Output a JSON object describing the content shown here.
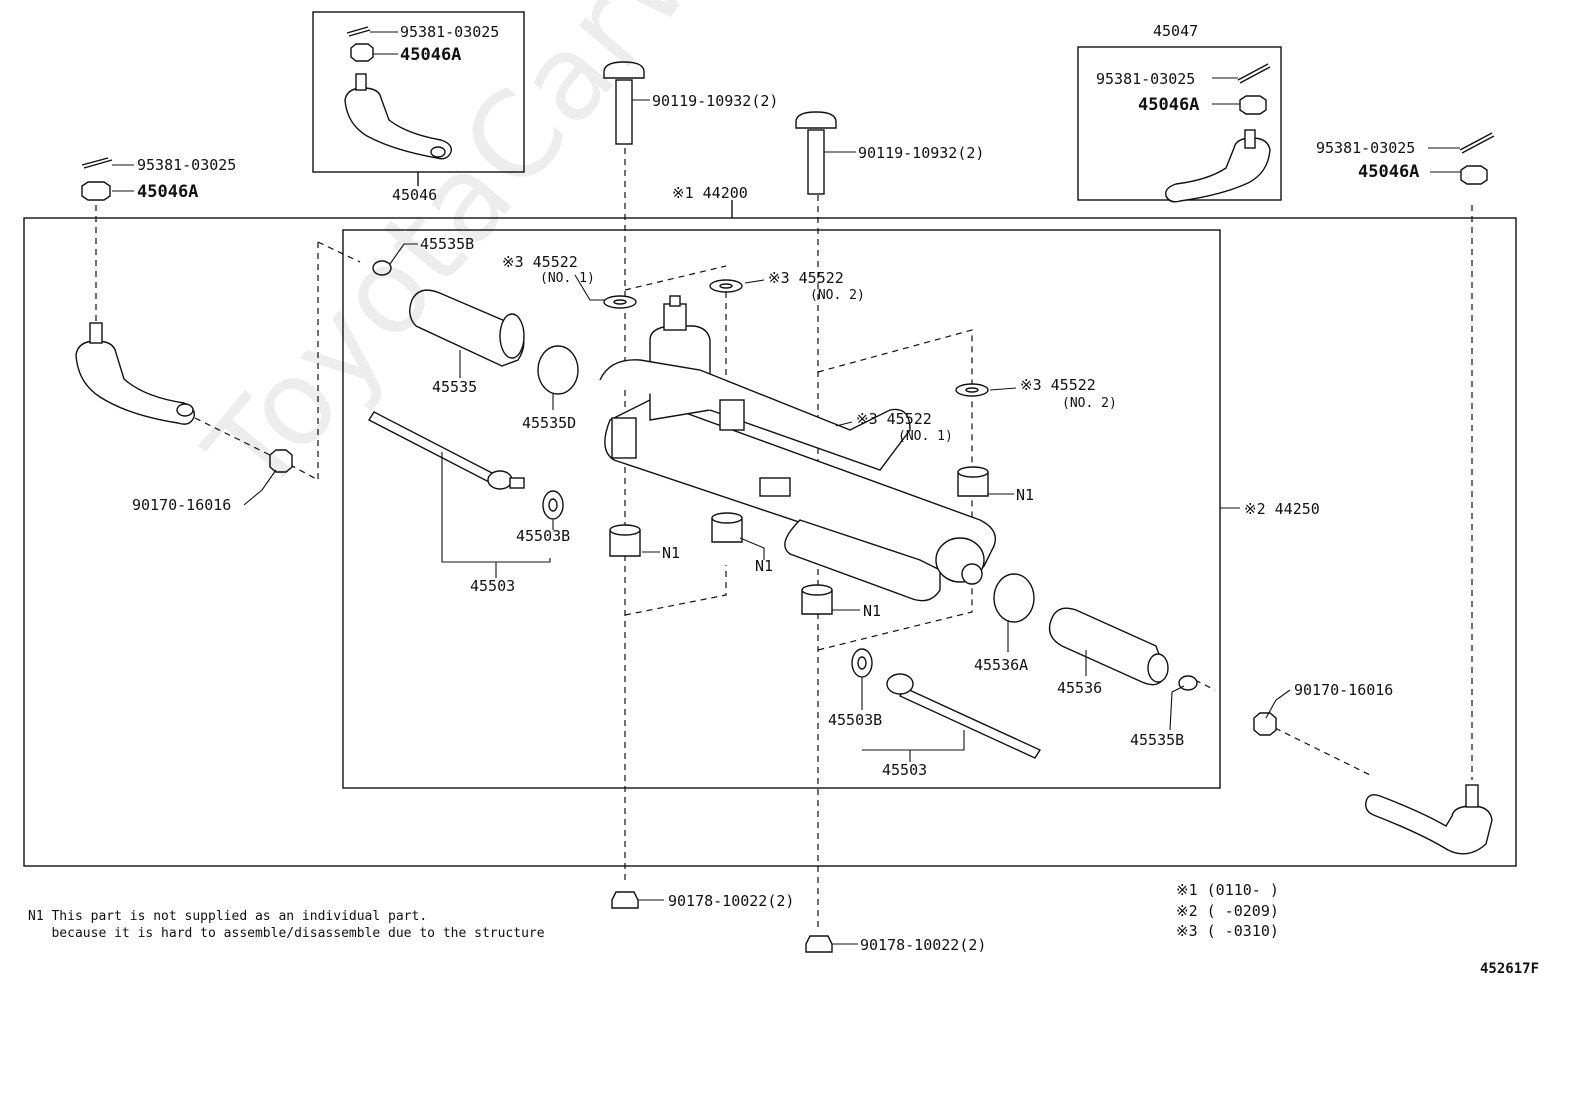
{
  "watermark": "ToyotaCarWine.ru",
  "diagram_id": "452617F",
  "labels": {
    "p45046_box": "45046",
    "p45047": "45047",
    "p95381_a": "95381-03025",
    "p95381_b": "95381-03025",
    "p95381_c": "95381-03025",
    "p95381_d": "95381-03025",
    "p45046A_a": "45046A",
    "p45046A_b": "45046A",
    "p45046A_c": "45046A",
    "p45046A_d": "45046A",
    "p90119_a": "90119-10932(2)",
    "p90119_b": "90119-10932(2)",
    "p44200": "※1 44200",
    "p44250": "※2 44250",
    "p45535B_a": "45535B",
    "p45535B_b": "45535B",
    "p45522_n1a": "※3 45522",
    "p45522_n1a_sub": "(NO. 1)",
    "p45522_n2a": "※3 45522",
    "p45522_n2a_sub": "(NO. 2)",
    "p45522_n2b": "※3 45522",
    "p45522_n2b_sub": "(NO. 2)",
    "p45522_n1b": "※3 45522",
    "p45522_n1b_sub": "(NO. 1)",
    "p45535": "45535",
    "p45535D": "45535D",
    "p45503B_a": "45503B",
    "p45503B_b": "45503B",
    "p45503_a": "45503",
    "p45503_b": "45503",
    "p90170_a": "90170-16016",
    "p90170_b": "90170-16016",
    "n1_a": "N1",
    "n1_b": "N1",
    "n1_c": "N1",
    "n1_d": "N1",
    "p45536A": "45536A",
    "p45536": "45536",
    "p90178_a": "90178-10022(2)",
    "p90178_b": "90178-10022(2)"
  },
  "footnote": {
    "line1": "N1 This part is not supplied as an individual part.",
    "line2": "   because it is hard to assemble/disassemble due to the structure"
  },
  "legend": {
    "row1": "※1 (0110-      )",
    "row2": "※2 (     -0209)",
    "row3": "※3 (     -0310)"
  }
}
